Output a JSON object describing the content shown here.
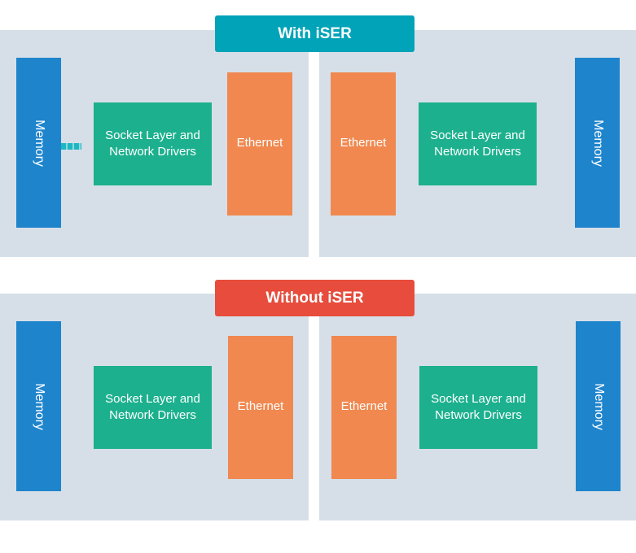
{
  "colors": {
    "panel": "#d6dfe8",
    "memory": "#1e84cc",
    "socket": "#1cb08e",
    "ethernet": "#f0884f",
    "with_banner": "#00a3b7",
    "without_banner": "#e74c3c"
  },
  "with_iser": {
    "title": "With iSER",
    "left": {
      "memory": "Memory",
      "socket": "Socket Layer and Network Drivers",
      "ethernet": "Ethernet"
    },
    "right": {
      "memory": "Memory",
      "socket": "Socket Layer and Network Drivers",
      "ethernet": "Ethernet"
    }
  },
  "without_iser": {
    "title": "Without iSER",
    "left": {
      "memory": "Memory",
      "socket": "Socket Layer and Network Drivers",
      "ethernet": "Ethernet"
    },
    "right": {
      "memory": "Memory",
      "socket": "Socket Layer and Network Drivers",
      "ethernet": "Ethernet"
    }
  }
}
